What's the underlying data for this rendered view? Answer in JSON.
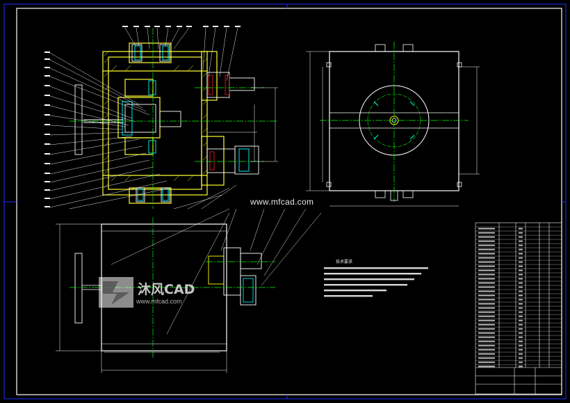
{
  "watermark": {
    "url": "www.mfcad.com",
    "logo_text": "沐风CAD",
    "logo_url": "www.mfcad.com"
  },
  "notes": {
    "title": "技术要求"
  },
  "colors": {
    "background": "#000000",
    "frame": "#0000ff",
    "outline": "#ffffff",
    "part": "#ffff00",
    "centerline": "#00ff00",
    "hatch": "#00ffff",
    "dimension": "#ffffff",
    "table": "#ffffff",
    "part_dark": "#ff0000"
  }
}
